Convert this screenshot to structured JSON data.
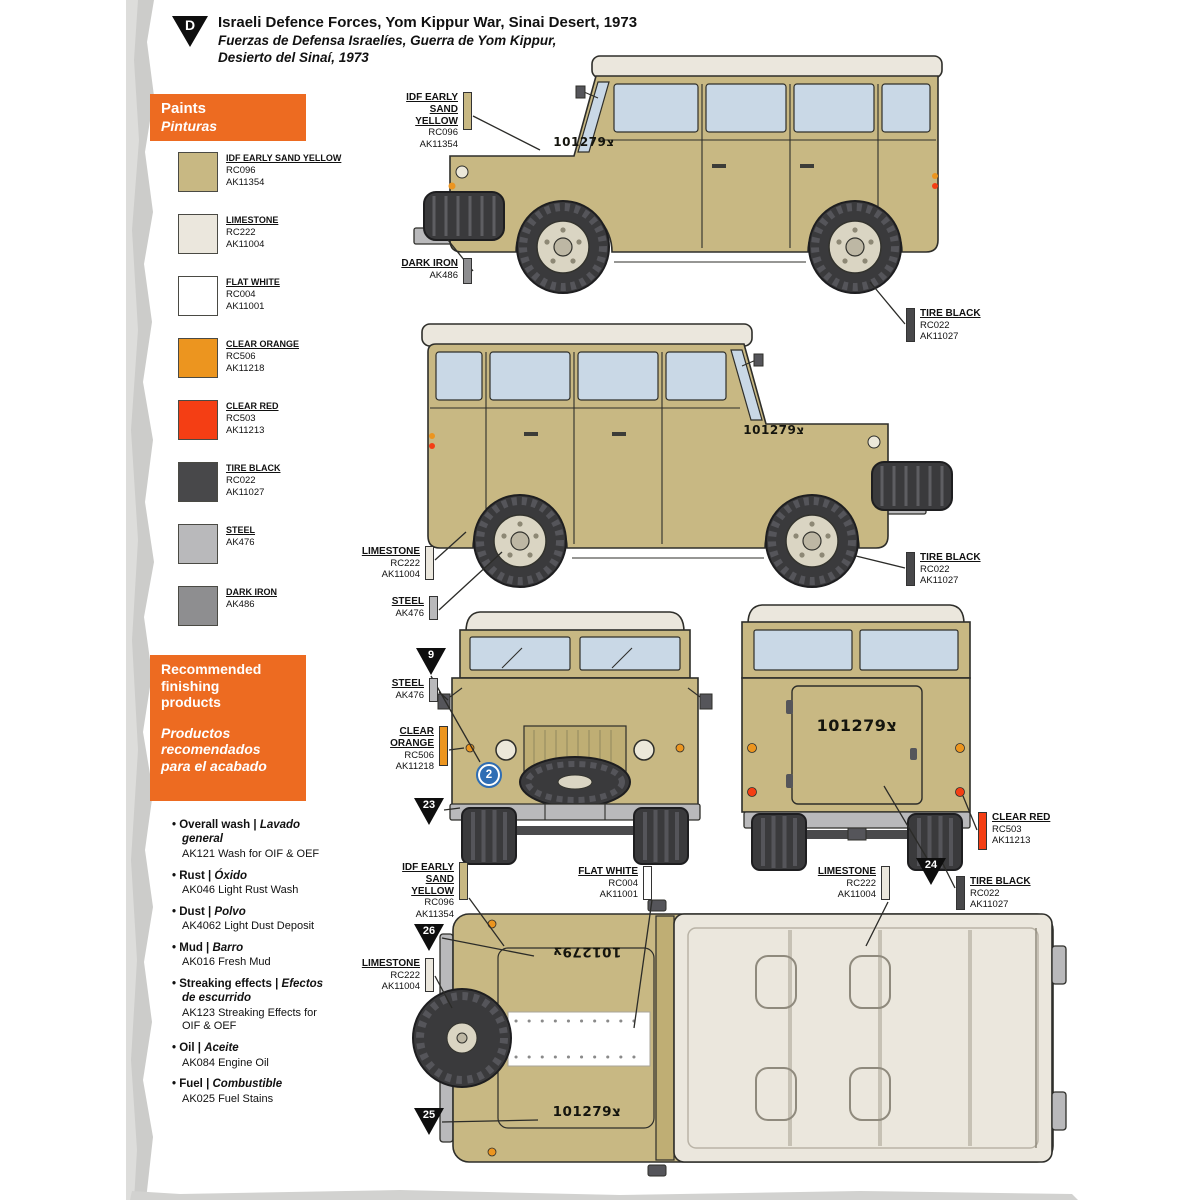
{
  "colors": {
    "accent_orange": "#ED6B21",
    "sand": "#C8B883",
    "limestone": "#EBE7DD",
    "flat_white": "#FFFFFF",
    "clear_orange": "#EC951F",
    "clear_red": "#F43E14",
    "tire_black": "#48484A",
    "steel": "#B9B9BB",
    "dark_iron": "#8E8E90",
    "window_blue": "#C9D8E6",
    "outline": "#2E2E2A"
  },
  "header": {
    "marker": "D",
    "title_en": "Israeli Defence Forces, Yom Kippur War, Sinai Desert, 1973",
    "title_es_line1": "Fuerzas de Defensa Israelíes, Guerra de Yom Kippur,",
    "title_es_line2": "Desierto del Sinaí, 1973"
  },
  "paints": {
    "title_en": "Paints",
    "title_es": "Pinturas",
    "swatches": [
      {
        "name": "IDF EARLY SAND YELLOW",
        "code1": "RC096",
        "code2": "AK11354",
        "hex": "#C8B883"
      },
      {
        "name": "LIMESTONE",
        "code1": "RC222",
        "code2": "AK11004",
        "hex": "#EBE7DD"
      },
      {
        "name": "FLAT WHITE",
        "code1": "RC004",
        "code2": "AK11001",
        "hex": "#FFFFFF"
      },
      {
        "name": "CLEAR ORANGE",
        "code1": "RC506",
        "code2": "AK11218",
        "hex": "#EC951F"
      },
      {
        "name": "CLEAR RED",
        "code1": "RC503",
        "code2": "AK11213",
        "hex": "#F43E14"
      },
      {
        "name": "TIRE BLACK",
        "code1": "RC022",
        "code2": "AK11027",
        "hex": "#48484A"
      },
      {
        "name": "STEEL",
        "code1": "AK476",
        "code2": "",
        "hex": "#B9B9BB"
      },
      {
        "name": "DARK IRON",
        "code1": "AK486",
        "code2": "",
        "hex": "#8E8E90"
      }
    ]
  },
  "finishing": {
    "title_en": "Recommended finishing products",
    "title_es": "Productos recomendados para el acabado",
    "items": [
      {
        "en": "Overall wash |",
        "es": "Lavado general",
        "product": "AK121 Wash for OIF & OEF"
      },
      {
        "en": "Rust |",
        "es": "Óxido",
        "product": "AK046 Light Rust Wash"
      },
      {
        "en": "Dust |",
        "es": "Polvo",
        "product": "AK4062 Light Dust Deposit"
      },
      {
        "en": "Mud |",
        "es": "Barro",
        "product": "AK016 Fresh Mud"
      },
      {
        "en": "Streaking effects |",
        "es": "Efectos de escurrido",
        "product": "AK123 Streaking Effects for OIF & OEF"
      },
      {
        "en": "Oil |",
        "es": "Aceite",
        "product": "AK084 Engine Oil"
      },
      {
        "en": "Fuel |",
        "es": "Combustible",
        "product": "AK025 Fuel Stains"
      }
    ]
  },
  "callouts": [
    {
      "name": "IDF EARLY SAND YELLOW",
      "code1": "RC096",
      "code2": "AK11354",
      "hex": "#C8B883"
    },
    {
      "name": "DARK IRON",
      "code1": "AK486",
      "code2": "",
      "hex": "#8E8E90"
    },
    {
      "name": "TIRE BLACK",
      "code1": "RC022",
      "code2": "AK11027",
      "hex": "#48484A"
    },
    {
      "name": "LIMESTONE",
      "code1": "RC222",
      "code2": "AK11004",
      "hex": "#EBE7DD"
    },
    {
      "name": "TIRE BLACK",
      "code1": "RC022",
      "code2": "AK11027",
      "hex": "#48484A"
    },
    {
      "name": "STEEL",
      "code1": "AK476",
      "code2": "",
      "hex": "#B9B9BB"
    },
    {
      "name": "STEEL",
      "code1": "AK476",
      "code2": "",
      "hex": "#B9B9BB"
    },
    {
      "name": "CLEAR ORANGE",
      "code1": "RC506",
      "code2": "AK11218",
      "hex": "#EC951F"
    },
    {
      "name": "CLEAR RED",
      "code1": "RC503",
      "code2": "AK11213",
      "hex": "#F43E14"
    },
    {
      "name": "TIRE BLACK",
      "code1": "RC022",
      "code2": "AK11027",
      "hex": "#48484A"
    },
    {
      "name": "IDF EARLY SAND YELLOW",
      "code1": "RC096",
      "code2": "AK11354",
      "hex": "#C8B883"
    },
    {
      "name": "FLAT WHITE",
      "code1": "RC004",
      "code2": "AK11001",
      "hex": "#FFFFFF"
    },
    {
      "name": "LIMESTONE",
      "code1": "RC222",
      "code2": "AK11004",
      "hex": "#EBE7DD"
    },
    {
      "name": "LIMESTONE",
      "code1": "RC222",
      "code2": "AK11004",
      "hex": "#EBE7DD"
    }
  ],
  "markers": {
    "d": "D",
    "m9": "9",
    "m23": "23",
    "m24": "24",
    "m25": "25",
    "m26": "26"
  },
  "decals": {
    "plate_text": "101279צ",
    "roundel_number": "2"
  }
}
